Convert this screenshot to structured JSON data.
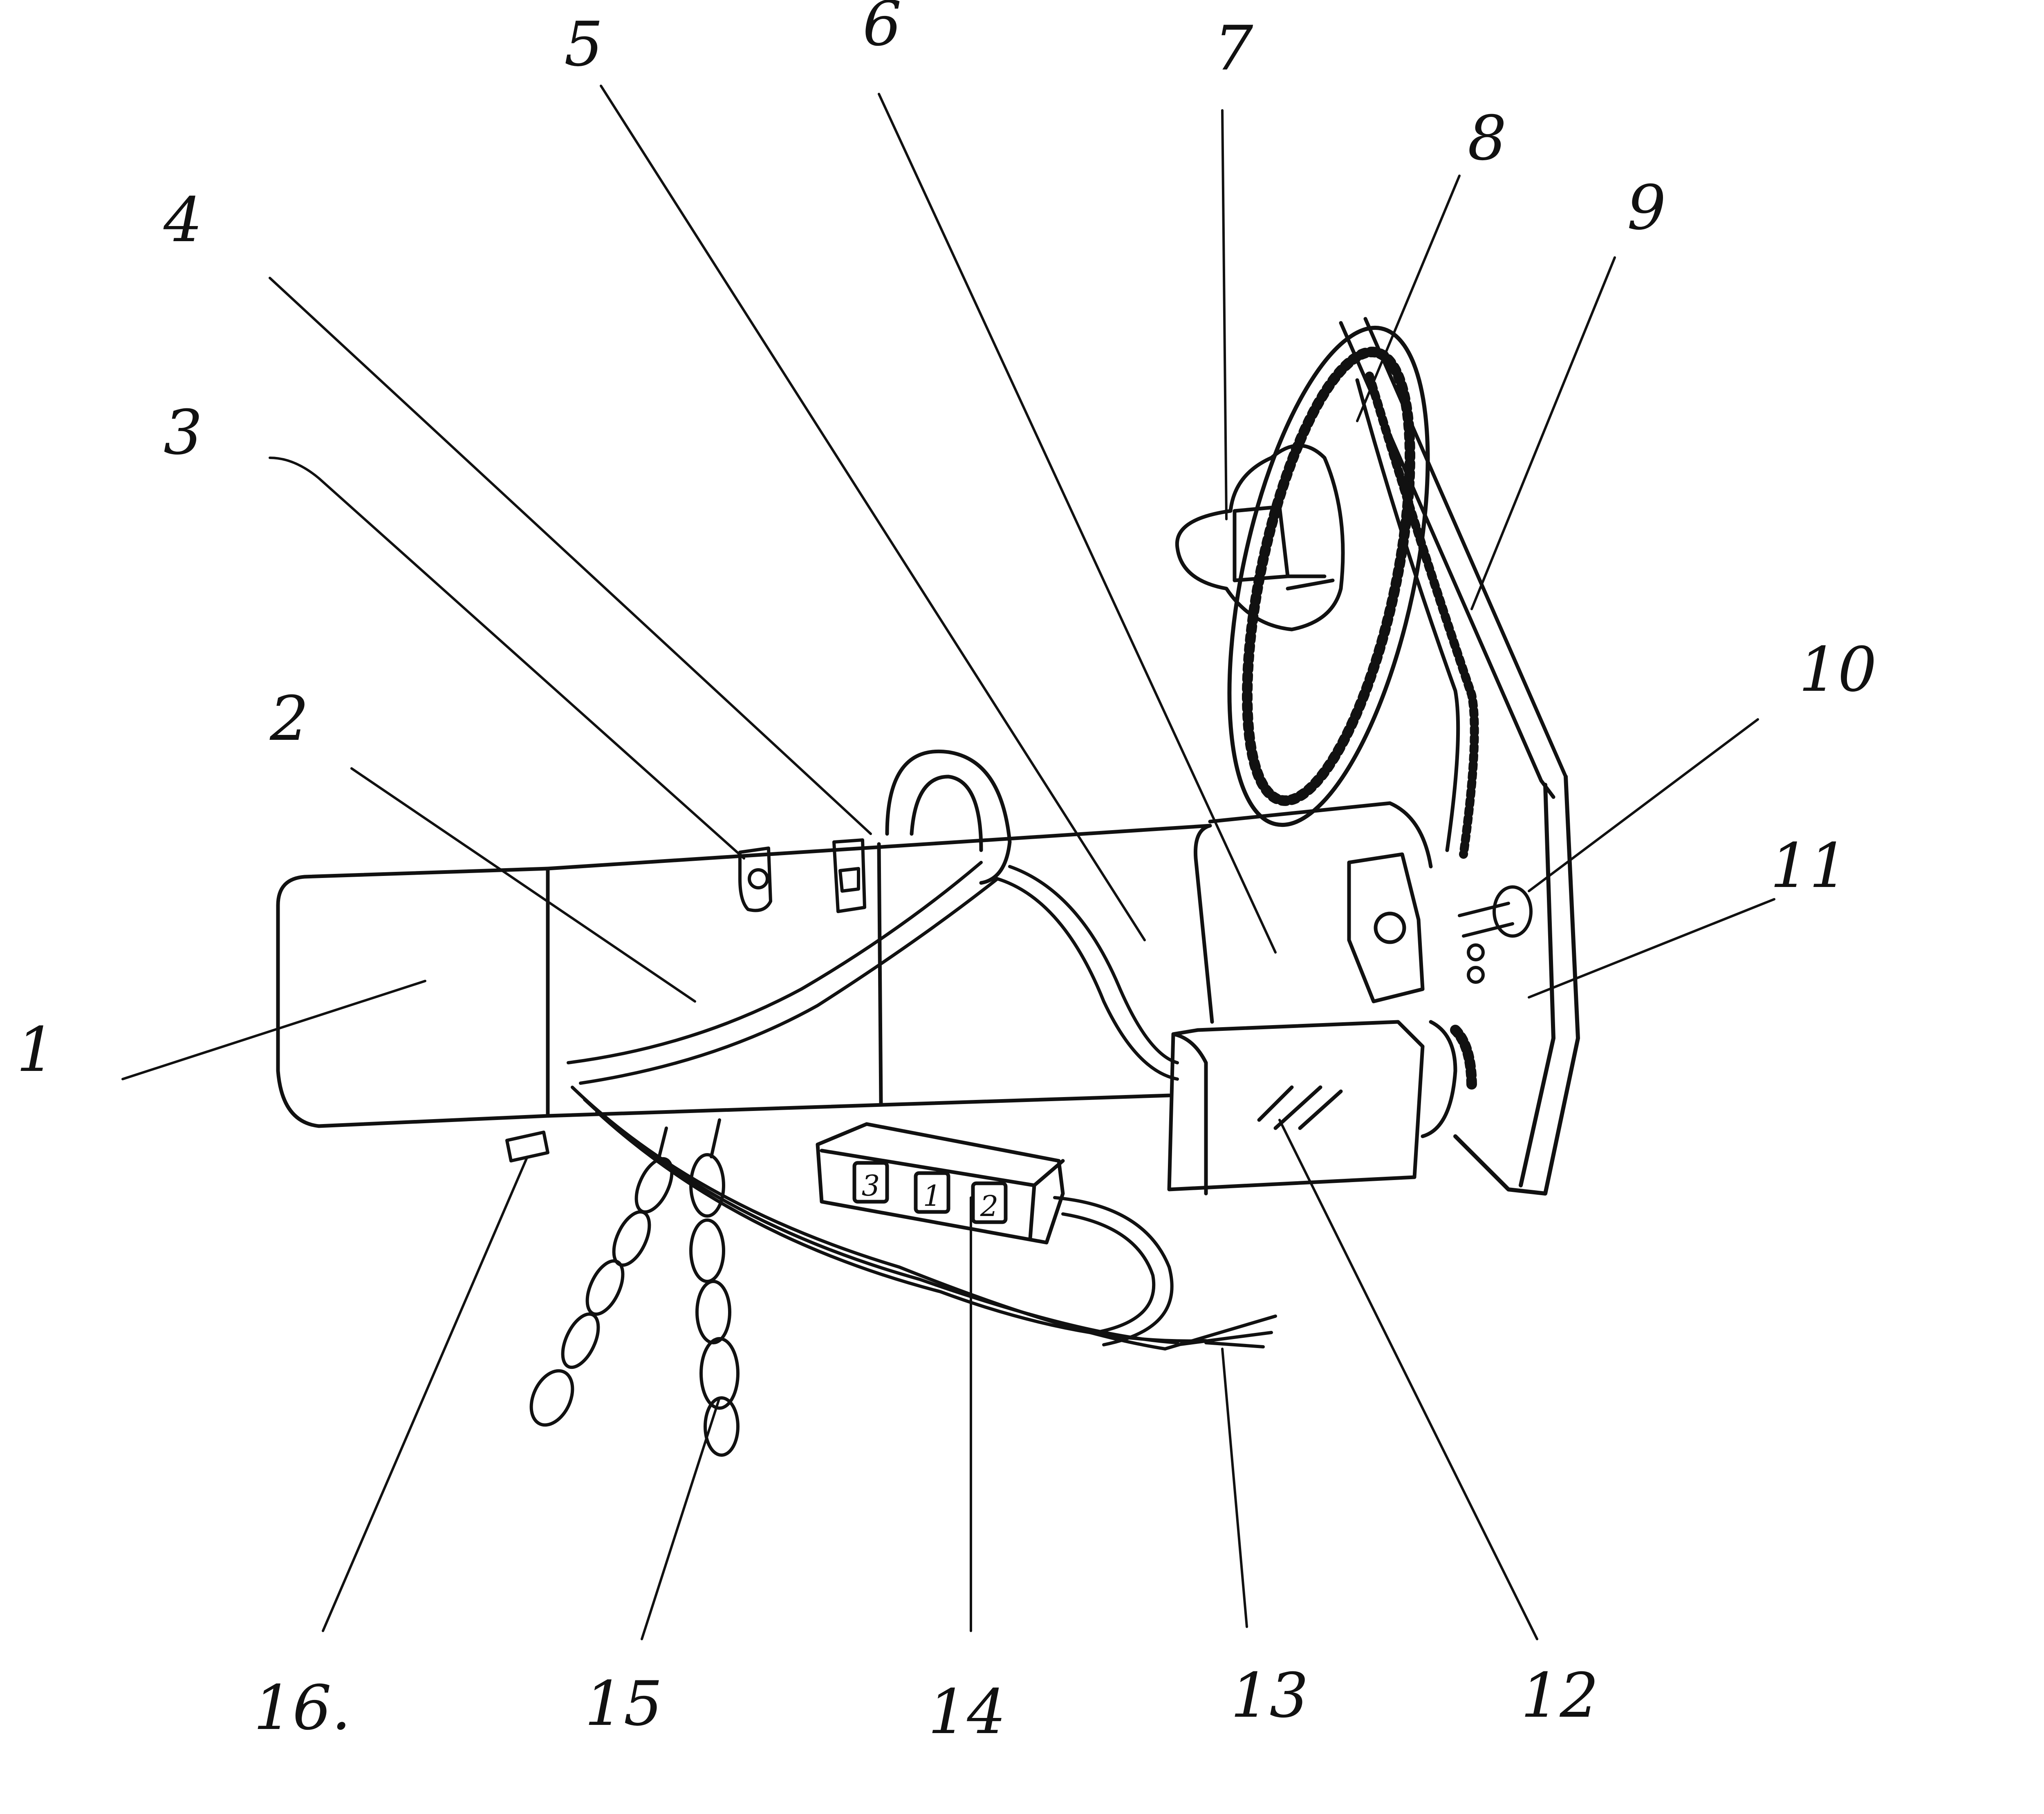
{
  "figure": {
    "ink_color": "#111111",
    "background": "#ffffff",
    "labels": [
      {
        "id": "1",
        "text": "1"
      },
      {
        "id": "2",
        "text": "2"
      },
      {
        "id": "3",
        "text": "3"
      },
      {
        "id": "4",
        "text": "4"
      },
      {
        "id": "5",
        "text": "5"
      },
      {
        "id": "6",
        "text": "6"
      },
      {
        "id": "7",
        "text": "7"
      },
      {
        "id": "8",
        "text": "8"
      },
      {
        "id": "9",
        "text": "9"
      },
      {
        "id": "10",
        "text": "10"
      },
      {
        "id": "11",
        "text": "11"
      },
      {
        "id": "12",
        "text": "12"
      },
      {
        "id": "13",
        "text": "13"
      },
      {
        "id": "14",
        "text": "14"
      },
      {
        "id": "15",
        "text": "15"
      },
      {
        "id": "16",
        "text": "16."
      }
    ],
    "keypad_buttons": [
      "3",
      "1",
      "2"
    ]
  }
}
